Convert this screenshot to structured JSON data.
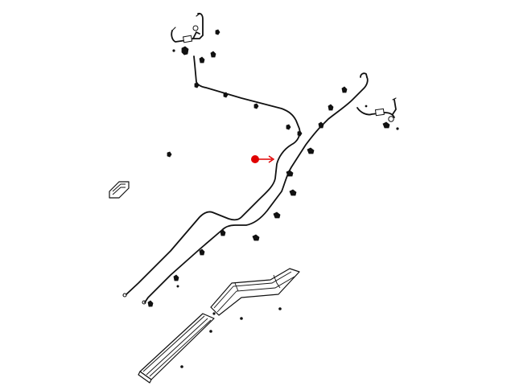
{
  "diagram": {
    "background": "#ffffff",
    "line_color": "#111111",
    "callout": {
      "marker_color": "#e00000",
      "arrow_color": "#e00000"
    },
    "components": [
      "front-brake-line",
      "rear-brake-line",
      "rear-left-hose",
      "rear-right-hose",
      "line-retainer-clips",
      "heat-shield",
      "direction-arrow-icon",
      "mounting-nuts"
    ]
  }
}
